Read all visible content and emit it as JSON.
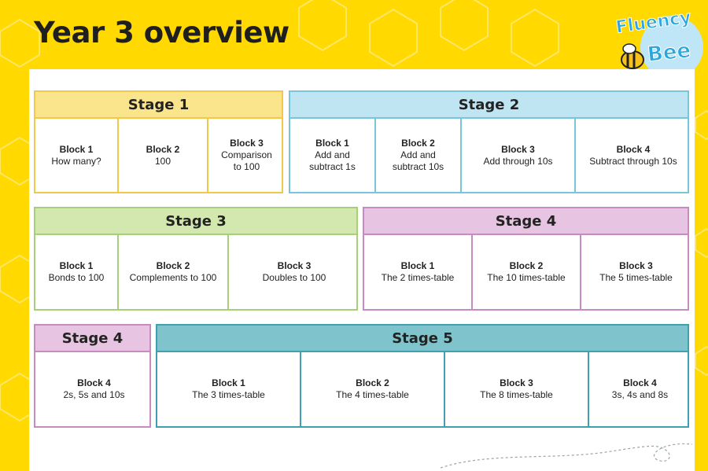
{
  "page": {
    "title": "Year 3 overview"
  },
  "logo": {
    "line1": "Fluency",
    "line2": "Bee"
  },
  "rows": [
    [
      {
        "stage": "Stage 1",
        "blocks": [
          {
            "title": "Block 1",
            "desc": "How many?"
          },
          {
            "title": "Block 2",
            "desc": "100"
          },
          {
            "title": "Block 3",
            "desc": "Comparison\nto 100"
          }
        ]
      },
      {
        "stage": "Stage 2",
        "blocks": [
          {
            "title": "Block 1",
            "desc": "Add and\nsubtract 1s"
          },
          {
            "title": "Block 2",
            "desc": "Add and\nsubtract 10s"
          },
          {
            "title": "Block 3",
            "desc": "Add through 10s"
          },
          {
            "title": "Block 4",
            "desc": "Subtract through 10s"
          }
        ]
      }
    ],
    [
      {
        "stage": "Stage 3",
        "blocks": [
          {
            "title": "Block 1",
            "desc": "Bonds to 100"
          },
          {
            "title": "Block 2",
            "desc": "Complements to 100"
          },
          {
            "title": "Block 3",
            "desc": "Doubles to 100"
          }
        ]
      },
      {
        "stage": "Stage 4",
        "blocks": [
          {
            "title": "Block 1",
            "desc": "The 2 times-table"
          },
          {
            "title": "Block 2",
            "desc": "The 10 times-table"
          },
          {
            "title": "Block 3",
            "desc": "The 5 times-table"
          }
        ]
      }
    ],
    [
      {
        "stage": "Stage 4",
        "blocks": [
          {
            "title": "Block 4",
            "desc": "2s, 5s and 10s"
          }
        ]
      },
      {
        "stage": "Stage 5",
        "blocks": [
          {
            "title": "Block 1",
            "desc": "The 3 times-table"
          },
          {
            "title": "Block 2",
            "desc": "The 4 times-table"
          },
          {
            "title": "Block 3",
            "desc": "The 8 times-table"
          },
          {
            "title": "Block 4",
            "desc": "3s, 4s and 8s"
          }
        ]
      }
    ]
  ]
}
